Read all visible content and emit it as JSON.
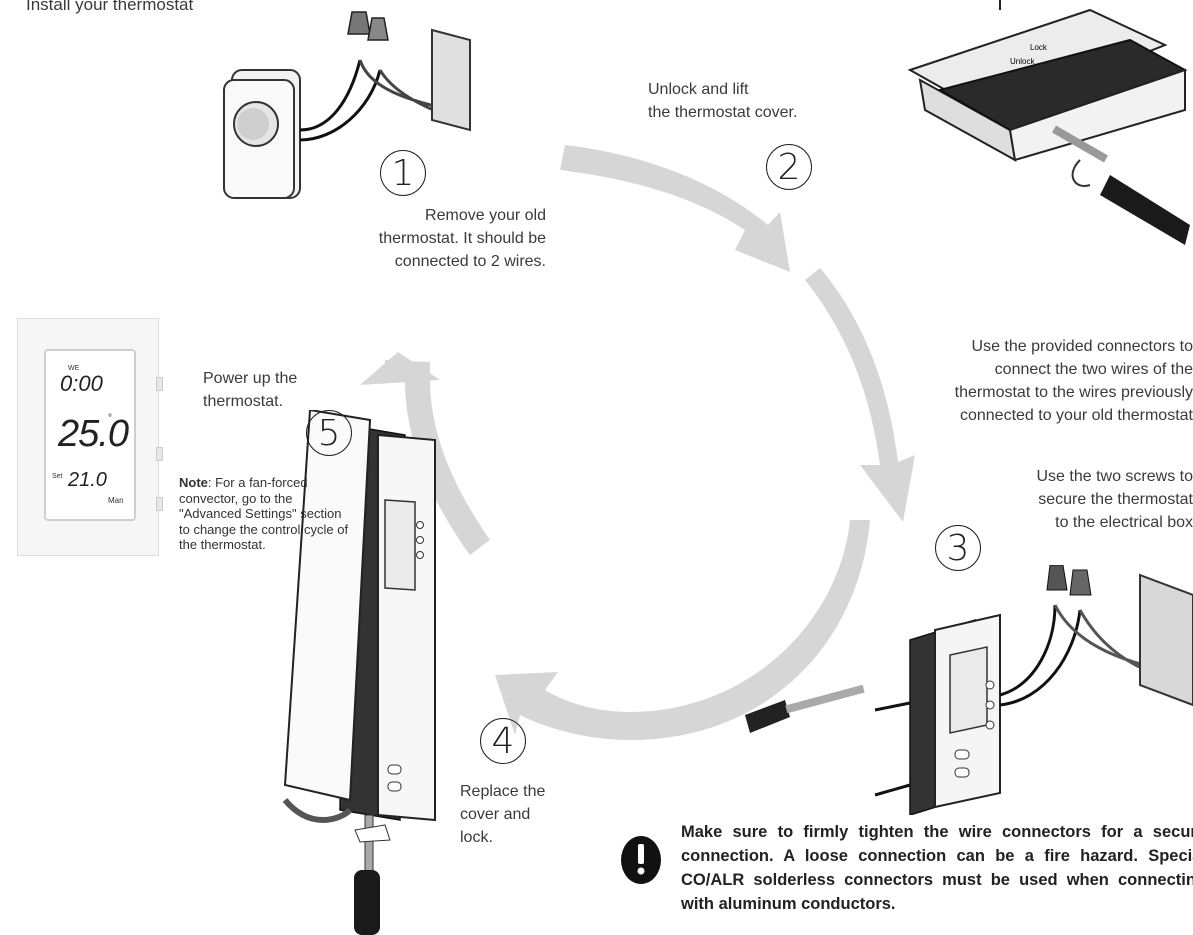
{
  "page": {
    "title": "Install your thermostat"
  },
  "steps": [
    {
      "number": "1",
      "text_lines": [
        "Remove your old",
        "thermostat. It should be",
        "connected to 2 wires."
      ]
    },
    {
      "number": "2",
      "text_lines": [
        "Unlock and lift",
        "the thermostat cover."
      ]
    },
    {
      "number": "3",
      "text_lines_a": [
        "Use the provided connectors to",
        "connect the two wires of the",
        "thermostat to the wires previously",
        "connected to your old thermostat"
      ],
      "text_lines_b": [
        "Use the two screws to",
        "secure the thermostat",
        "to the electrical box"
      ]
    },
    {
      "number": "4",
      "text_lines": [
        "Replace the",
        "cover and",
        "lock."
      ]
    },
    {
      "number": "5",
      "text_lines": [
        "Power up the",
        "thermostat."
      ]
    }
  ],
  "note": {
    "label": "Note",
    "text": ": For a fan-forced convector, go to the \"Advanced Settings\" section to change the control cycle of the thermostat."
  },
  "display": {
    "day": "WE",
    "time": "0:00",
    "temp": "25.0",
    "degree": "°",
    "set_label": "Set",
    "set_temp": "21.0",
    "mode": "Man"
  },
  "cover_labels": {
    "lock": "Lock",
    "unlock": "Unlock"
  },
  "warning": {
    "icon": "exclamation-icon",
    "text": "Make sure to firmly tighten the wire connectors for a secure connection. A loose connection can be a fire hazard. Special CO/ALR solderless connectors must be used when connecting with aluminum conductors."
  },
  "colors": {
    "arrow": "#d6d6d6",
    "text": "#3a3a3a"
  }
}
